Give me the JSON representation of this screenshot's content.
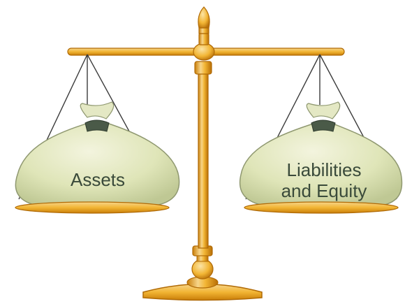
{
  "illustration": {
    "left_bag_label": "Assets",
    "right_bag_label_line1": "Liabilities",
    "right_bag_label_line2": "and Equity"
  },
  "colors": {
    "gold_light": "#f7d58a",
    "gold_mid": "#f2b534",
    "gold_dark": "#c97e08",
    "bag_light": "#eef0d2",
    "bag_mid": "#dde3b5",
    "bag_dark": "#c0c99a",
    "bag_tie": "#4a5a48",
    "chain": "#3b3b3b",
    "label_text": "#3a4a3a"
  }
}
